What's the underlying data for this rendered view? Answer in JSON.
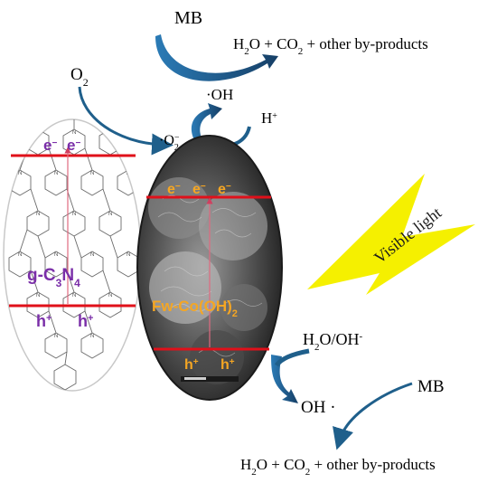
{
  "top": {
    "mb": "MB",
    "o2_base": "O",
    "o2_sub": "2",
    "h2o_base": "H",
    "h2o_sub": "2",
    "h2o_rest": "O + CO",
    "co2_sub": "2",
    "byproducts": " + other by-products",
    "oh_radical": "·OH",
    "h_plus_base": "H",
    "h_plus_sup": "+",
    "superoxide_prefix": "·O",
    "superoxide_sub": "2",
    "superoxide_sup": "−"
  },
  "left_particle": {
    "electron_1": "e",
    "electron_1_sup": "−",
    "electron_2": "e",
    "electron_2_sup": "−",
    "name_a": "g-C",
    "name_sub3": "3",
    "name_b": "N",
    "name_sub4": "4",
    "hole_1": "h",
    "hole_1_sup": "+",
    "hole_2": "h",
    "hole_2_sup": "+",
    "atom_label": "N"
  },
  "right_particle": {
    "electrons": [
      "e",
      "e",
      "e"
    ],
    "electron_sup": "−",
    "name_a": "Fw-Co(OH)",
    "name_sub": "2",
    "holes": [
      "h",
      "h"
    ],
    "hole_sup": "+"
  },
  "light": {
    "label": "Visible light"
  },
  "bottom": {
    "h2o_oh": "H",
    "h2o_oh_sub": "2",
    "h2o_oh_rest": "O/OH",
    "h2o_oh_sup": "-",
    "oh_radical": "OH ·",
    "mb": "MB",
    "prod_h": "H",
    "prod_sub": "2",
    "prod_mid": "O + CO",
    "prod_sub2": "2",
    "prod_rest": " + other by-products"
  },
  "colors": {
    "arrow_blue": "#1f5f8b",
    "band_red": "#e0101a",
    "carrier_purple": "#7a2ea8",
    "cobalt_orange": "#f5a623",
    "light_yellow": "#f5f000"
  }
}
